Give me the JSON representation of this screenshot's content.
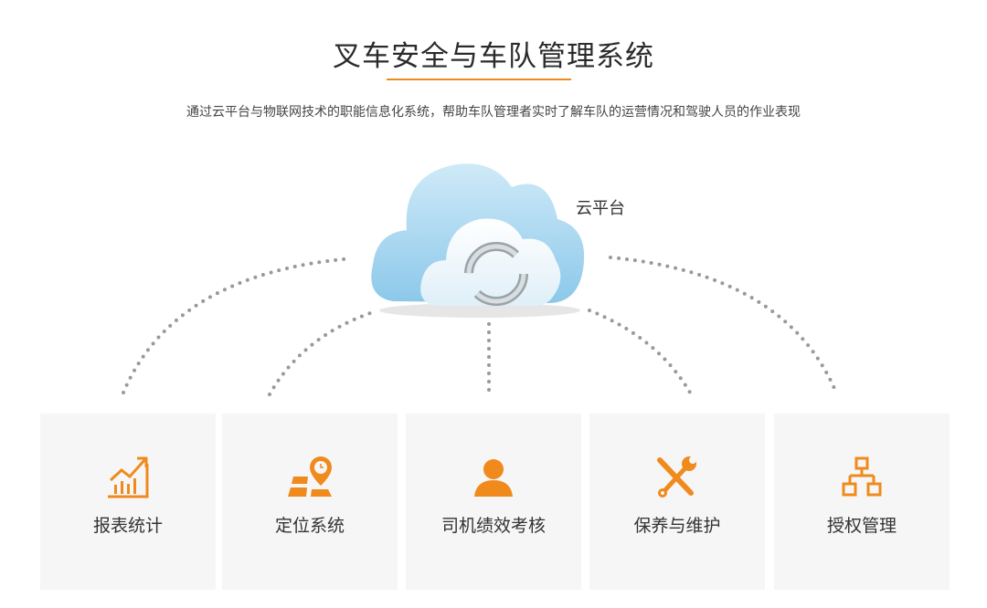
{
  "header": {
    "title": "叉车安全与车队管理系统",
    "subtitle": "通过云平台与物联网技术的职能信息化系统，帮助车队管理者实时了解车队的运营情况和驾驶人员的作业表现"
  },
  "cloud": {
    "label": "云平台",
    "icon": "cloud-sync-icon"
  },
  "colors": {
    "accent": "#f08a1c",
    "card_bg": "#f6f6f7"
  },
  "modules": [
    {
      "label": "报表统计",
      "icon": "chart-growth-icon"
    },
    {
      "label": "定位系统",
      "icon": "map-location-icon"
    },
    {
      "label": "司机绩效考核",
      "icon": "user-icon"
    },
    {
      "label": "保养与维护",
      "icon": "tools-icon"
    },
    {
      "label": "授权管理",
      "icon": "hierarchy-icon"
    }
  ]
}
